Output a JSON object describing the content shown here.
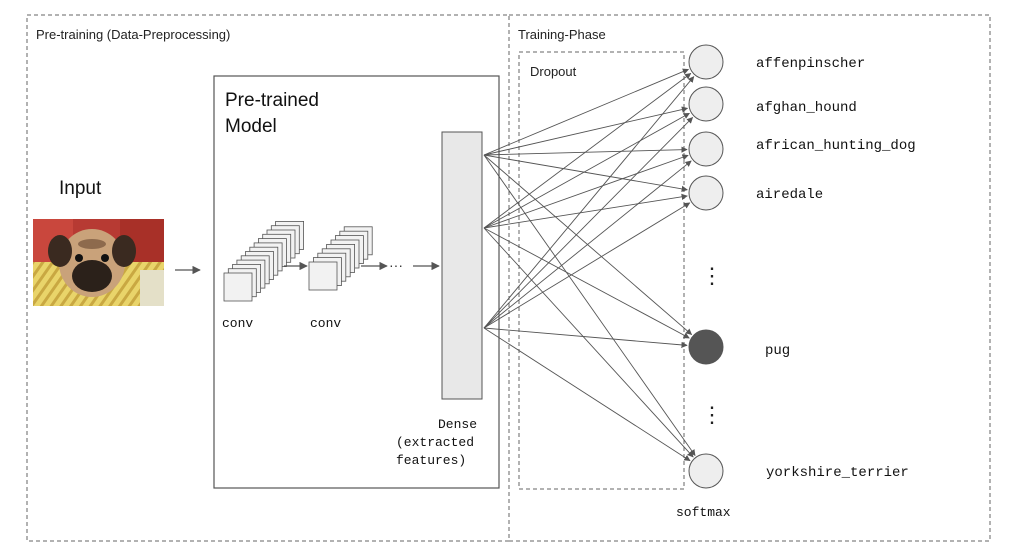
{
  "sections": {
    "pretraining_title": "Pre-training (Data-Preprocessing)",
    "training_title": "Training-Phase",
    "dropout_title": "Dropout"
  },
  "input": {
    "label": "Input"
  },
  "model": {
    "title_line1": "Pre-trained",
    "title_line2": "Model",
    "conv1_label": "conv",
    "conv2_label": "conv",
    "ellipsis": "···",
    "dense_line1": "Dense",
    "dense_line2": "(extracted",
    "dense_line3": "features)"
  },
  "outputs": {
    "classes": [
      "affenpinscher",
      "afghan_hound",
      "african_hunting_dog",
      "airedale",
      "pug",
      "yorkshire_terrier"
    ],
    "highlighted": "pug",
    "softmax_label": "softmax",
    "vertical_dots": "⋮"
  },
  "colors": {
    "box_stroke": "#555555",
    "node_fill": "#eeeeee",
    "active_node": "#555555",
    "arrow": "#555555"
  }
}
